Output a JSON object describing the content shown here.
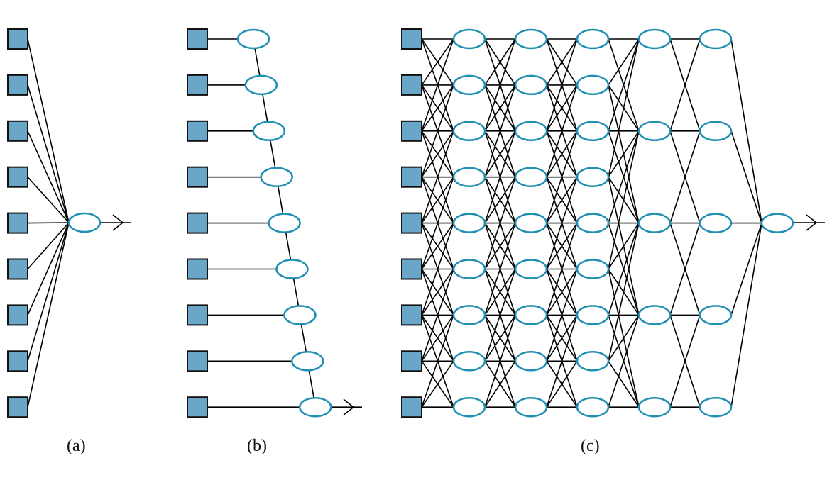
{
  "labels": {
    "a": "(a)",
    "b": "(b)",
    "c": "(c)"
  },
  "colors": {
    "input_fill": "#6aa6c8",
    "node_stroke": "#1f8fb3",
    "edge": "#000000"
  },
  "panels": {
    "a": {
      "inputs": 9,
      "outputs": 1
    },
    "b": {
      "inputs": 9,
      "chain_nodes": 9
    },
    "c": {
      "inputs": 9,
      "layers": [
        9,
        9,
        9,
        5,
        5,
        1
      ]
    }
  }
}
